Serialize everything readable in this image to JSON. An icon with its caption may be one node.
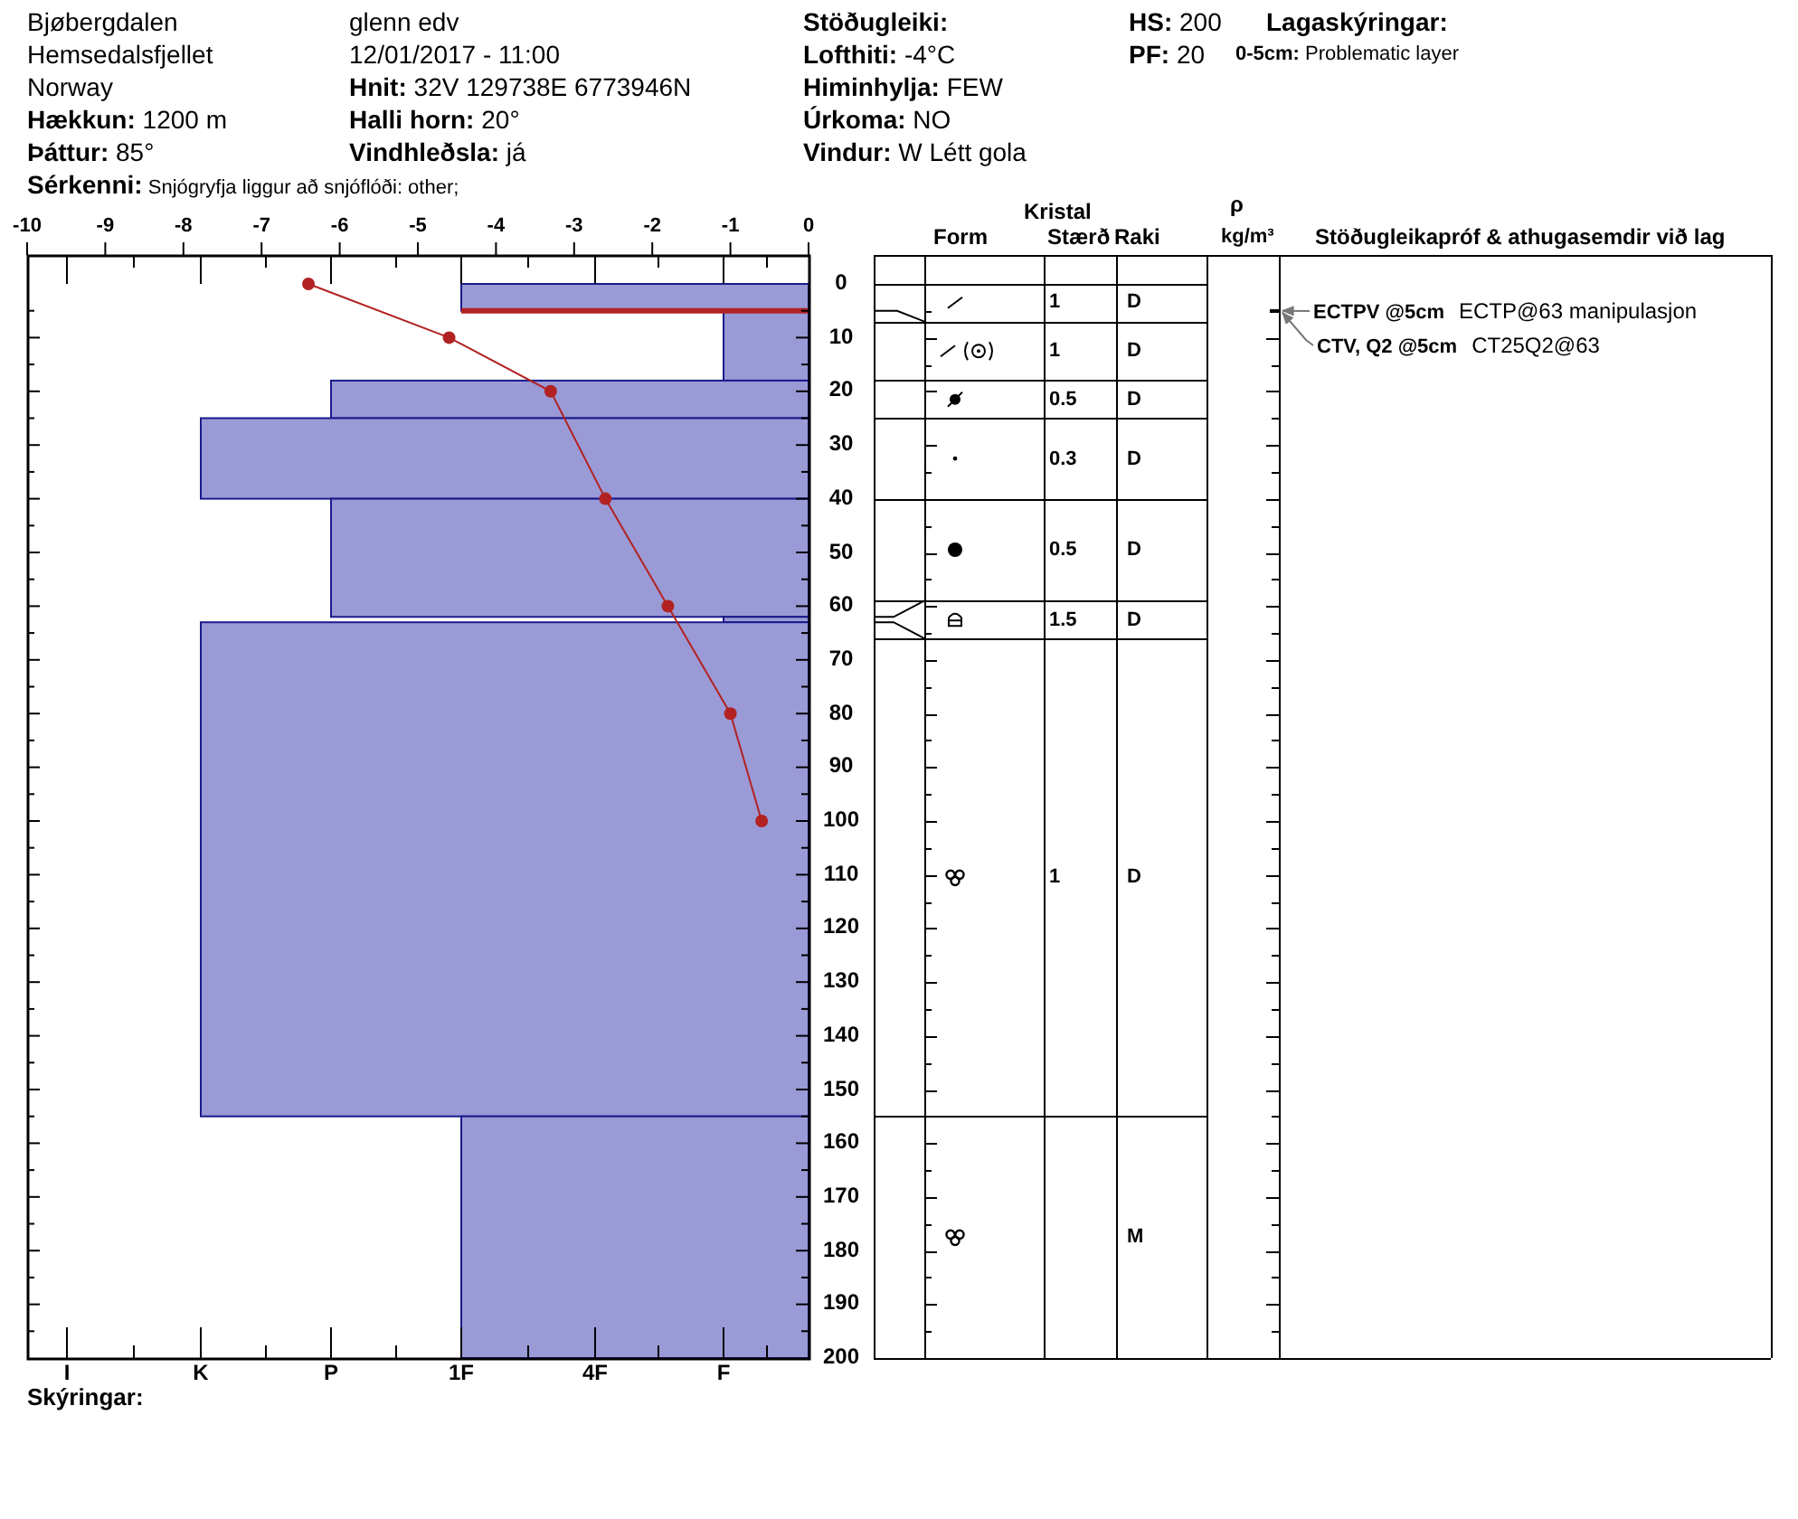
{
  "diagram": {
    "nodes": [
      {
        "text": [
          "ECTPV @5cm",
          "ECTP@63 manipulasjon"
        ]
      },
      {
        "text": [
          "CTV, Q2 @5cm",
          "CT25Q2@63"
        ]
      },
      {
        "text": [],
        "shape": "bar"
      }
    ],
    "edges": [
      {
        "from": 0,
        "to": 2,
        "arrow": "to",
        "color": "#777777"
      },
      {
        "from": 1,
        "to": 2,
        "arrow": "to",
        "color": "#777777"
      }
    ],
    "labels": [
      "Bjøbergdalen",
      "glenn edv",
      "Stöðugleiki:",
      "**HS:** 200",
      "Lagaskýringar:",
      "Hemsedalsfjellet",
      "12/01/2017 - 11:00",
      "**Lofthiti:** -4°C",
      "**PF:** 20",
      "**0-5cm:** Problematic layer",
      "Norway",
      "**Hnit:** 32V 129738E 6773946N",
      "**Himinhylja:** FEW",
      "**Hækkun:** 1200 m",
      "**Halli horn:** 20°",
      "**Úrkoma:** NO",
      "**Þáttur:** 85°",
      "**Vindhleðsla:** já",
      "**Vindur:** W Létt gola",
      "**Sérkenni:** Snjógryfja liggur að snjóflóði: other;",
      "Kristal",
      "ρ",
      "Form",
      "Stærð",
      "Raki",
      "kg/m³",
      "Stöðugleikapróf & athugasemdir við lag",
      "1",
      "D",
      "1",
      "D",
      "0.5",
      "D",
      "0.3",
      "D",
      "0.5",
      "D",
      "1.5",
      "D",
      "1",
      "D",
      "M",
      "I",
      "K",
      "P",
      "1F",
      "4F",
      "F",
      "Skýringar:",
      "-10",
      "-9",
      "-8",
      "-7",
      "-6",
      "-5",
      "-4",
      "-3",
      "-2",
      "-1",
      "0",
      "0",
      "10",
      "20",
      "30",
      "40",
      "50",
      "60",
      "70",
      "80",
      "90",
      "100",
      "110",
      "120",
      "130",
      "140",
      "150",
      "160",
      "170",
      "180",
      "190",
      "200"
    ]
  }
}
